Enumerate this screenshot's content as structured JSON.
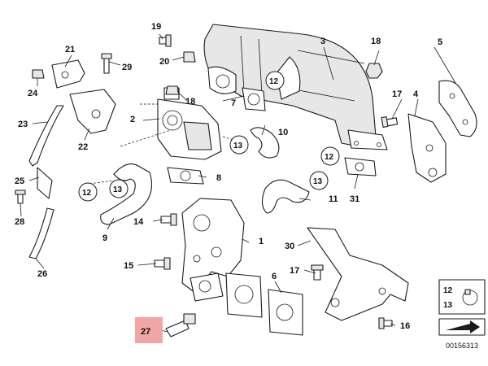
{
  "diagram": {
    "drawing_number": "00156313",
    "highlighted_part": "27",
    "colors": {
      "highlight": "#f2a5a5",
      "line": "#1a1a1a",
      "background": "#ffffff"
    },
    "labels": {
      "p1": "1",
      "p2": "2",
      "p3": "3",
      "p4": "4",
      "p5": "5",
      "p6": "6",
      "p7": "7",
      "p8": "8",
      "p9": "9",
      "p10": "10",
      "p11": "11",
      "p14": "14",
      "p15": "15",
      "p16": "16",
      "p17a": "17",
      "p17b": "17",
      "p18a": "18",
      "p18b": "18",
      "p19": "19",
      "p20": "20",
      "p21": "21",
      "p22": "22",
      "p23": "23",
      "p24": "24",
      "p25": "25",
      "p26": "26",
      "p27": "27",
      "p28": "28",
      "p29": "29",
      "p30": "30",
      "p31": "31"
    },
    "circled": {
      "c12a": "12",
      "c12b": "12",
      "c12c": "12",
      "c13a": "13",
      "c13b": "13",
      "c13c": "13"
    },
    "inset": {
      "label_top": "12",
      "label_bottom": "13"
    }
  }
}
